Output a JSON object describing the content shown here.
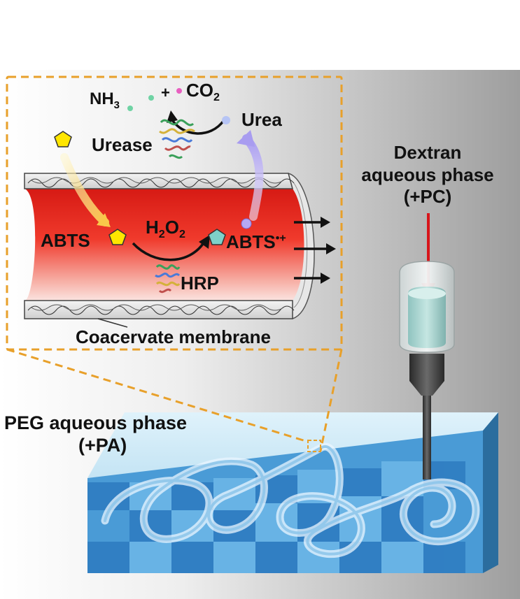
{
  "inset": {
    "nh3": "NH",
    "nh3_sub": "3",
    "plus": "+",
    "co2": "CO",
    "co2_sub": "2",
    "urea": "Urea",
    "urease": "Urease",
    "abts_left": "ABTS",
    "h2o2_h": "H",
    "h2o2_2a": "2",
    "h2o2_o": "O",
    "h2o2_2b": "2",
    "abts_right": "ABTS",
    "abts_right_sup": "•+",
    "hrp": "HRP",
    "membrane": "Coacervate membrane"
  },
  "labels": {
    "dextran_line1": "Dextran",
    "dextran_line2": "aqueous phase",
    "dextran_line3": "(+PC)",
    "peg_line1": "PEG aqueous phase",
    "peg_line2": "(+PA)"
  },
  "colors": {
    "tube_red": "#e8231d",
    "inset_border": "#e8a02a",
    "red_arrow": "#d8151b",
    "checker_light": "#5fb0e6",
    "checker_dark": "#2f7fbf",
    "abts_yellow": "#ffe600",
    "abts_radical": "#7ed1c9"
  }
}
